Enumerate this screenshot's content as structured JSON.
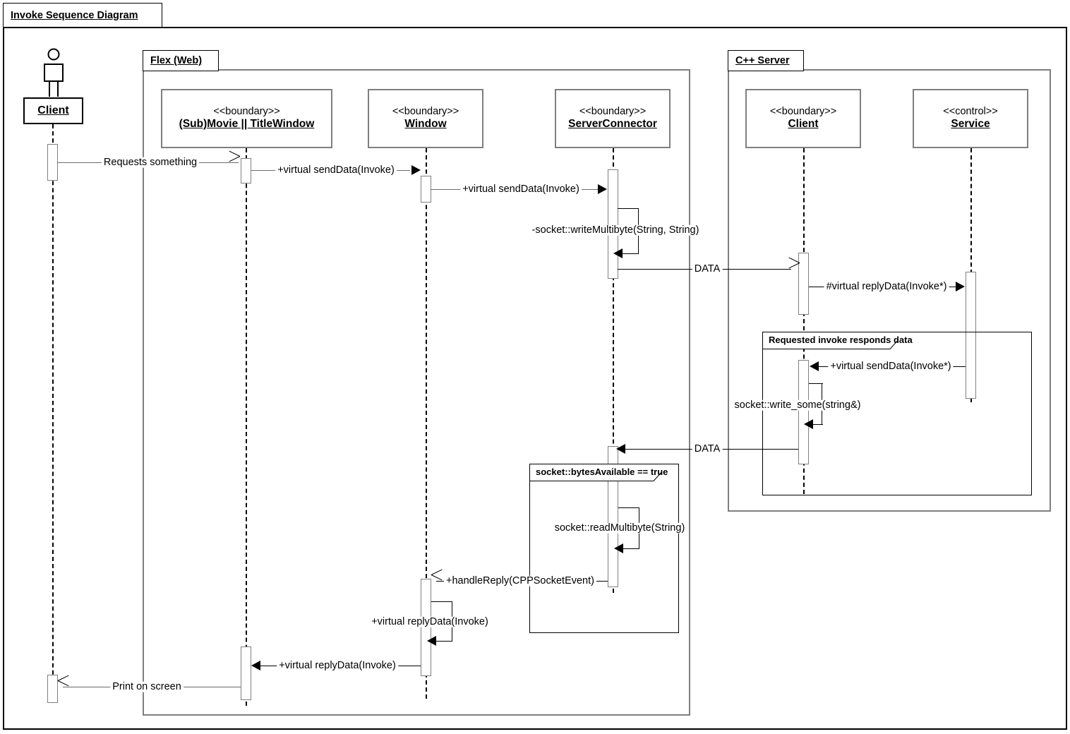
{
  "diagram": {
    "title": "Invoke Sequence Diagram",
    "frames": [
      {
        "id": "flex",
        "label": "Flex (Web)"
      },
      {
        "id": "cpp",
        "label": "C++ Server"
      }
    ],
    "actor": {
      "name": "Client",
      "icon": "actor-stick-figure-icon"
    },
    "lifelines": [
      {
        "id": "client-actor",
        "stereotype": "",
        "name": "Client"
      },
      {
        "id": "submovie",
        "stereotype": "<<boundary>>",
        "name": "(Sub)Movie || TitleWindow"
      },
      {
        "id": "window",
        "stereotype": "<<boundary>>",
        "name": "Window"
      },
      {
        "id": "serverconnector",
        "stereotype": "<<boundary>>",
        "name": "ServerConnector"
      },
      {
        "id": "cpp-client",
        "stereotype": "<<boundary>>",
        "name": "Client"
      },
      {
        "id": "service",
        "stereotype": "<<control>>",
        "name": "Service"
      }
    ],
    "fragments": [
      {
        "id": "requested-invoke",
        "label": "Requested invoke responds data"
      },
      {
        "id": "bytes-available",
        "label": "socket::bytesAvailable == true"
      }
    ],
    "messages": [
      {
        "id": "m1",
        "label": "Requests something",
        "kind": "async-open",
        "dir": "right"
      },
      {
        "id": "m2",
        "label": "+virtual sendData(Invoke)",
        "kind": "sync-solid",
        "dir": "right"
      },
      {
        "id": "m3",
        "label": "+virtual sendData(Invoke)",
        "kind": "sync-solid",
        "dir": "right"
      },
      {
        "id": "m4",
        "label": "-socket::writeMultibyte(String, String)",
        "kind": "self-call",
        "dir": "self"
      },
      {
        "id": "m5",
        "label": "DATA",
        "kind": "async-open",
        "dir": "right"
      },
      {
        "id": "m6",
        "label": "#virtual replyData(Invoke*)",
        "kind": "sync-solid",
        "dir": "right"
      },
      {
        "id": "m7",
        "label": "+virtual sendData(Invoke*)",
        "kind": "sync-solid",
        "dir": "left"
      },
      {
        "id": "m8",
        "label": "socket::write_some(string&)",
        "kind": "self-call",
        "dir": "self"
      },
      {
        "id": "m9",
        "label": "DATA",
        "kind": "sync-solid",
        "dir": "left"
      },
      {
        "id": "m10",
        "label": "socket::readMultibyte(String)",
        "kind": "self-call",
        "dir": "self"
      },
      {
        "id": "m11",
        "label": "+handleReply(CPPSocketEvent)",
        "kind": "async-open",
        "dir": "left"
      },
      {
        "id": "m12",
        "label": "+virtual replyData(Invoke)",
        "kind": "self-call",
        "dir": "self"
      },
      {
        "id": "m13",
        "label": "+virtual replyData(Invoke)",
        "kind": "sync-solid",
        "dir": "left"
      },
      {
        "id": "m14",
        "label": "Print on screen",
        "kind": "async-open",
        "dir": "left"
      }
    ],
    "colors": {
      "line": "#000000",
      "frame_border": "#7f7f7f",
      "background": "#ffffff"
    }
  }
}
